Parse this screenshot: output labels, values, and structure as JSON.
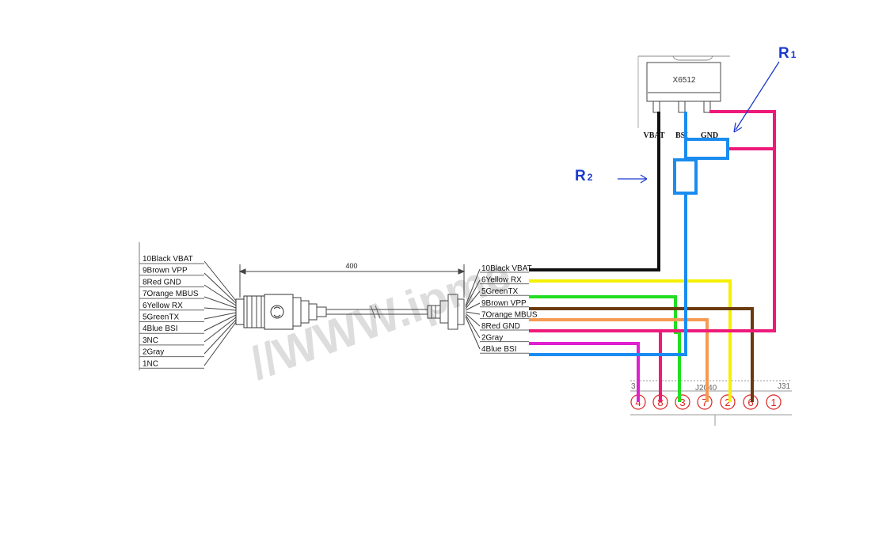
{
  "left_labels": [
    "10Black VBAT",
    "9Brown VPP",
    "8Red GND",
    "7Orange MBUS",
    "6Yellow RX",
    "5GreenTX",
    "4Blue BSI",
    "3NC",
    "2Gray",
    "1NC"
  ],
  "right_labels": [
    "10Black VBAT",
    "6Yellow RX",
    "5GreenTX",
    "9Brown VPP",
    "7Orange MBUS",
    "8Red GND",
    "2Gray",
    "4Blue BSI"
  ],
  "dimension_label": "400",
  "chip": {
    "name": "X6512",
    "pins": [
      "VBAT",
      "BSI",
      "GND"
    ]
  },
  "resistors": {
    "r1": {
      "letter": "R",
      "sub": "1"
    },
    "r2": {
      "letter": "R",
      "sub": "2"
    }
  },
  "connector": {
    "pins": [
      "4",
      "8",
      "3",
      "7",
      "2",
      "6",
      "1"
    ],
    "labels": [
      "3",
      "J2040",
      "J31"
    ]
  },
  "watermark": "//WWW.ipme",
  "colors": {
    "black": "#111111",
    "yellow": "#f5f000",
    "green": "#22dd22",
    "brown": "#6b3a10",
    "orange": "#f59a52",
    "red": "#ee1a7a",
    "magenta": "#e020d0",
    "blue": "#1a8cf0",
    "annotation": "#1a3acc",
    "connector": "#e02020"
  }
}
